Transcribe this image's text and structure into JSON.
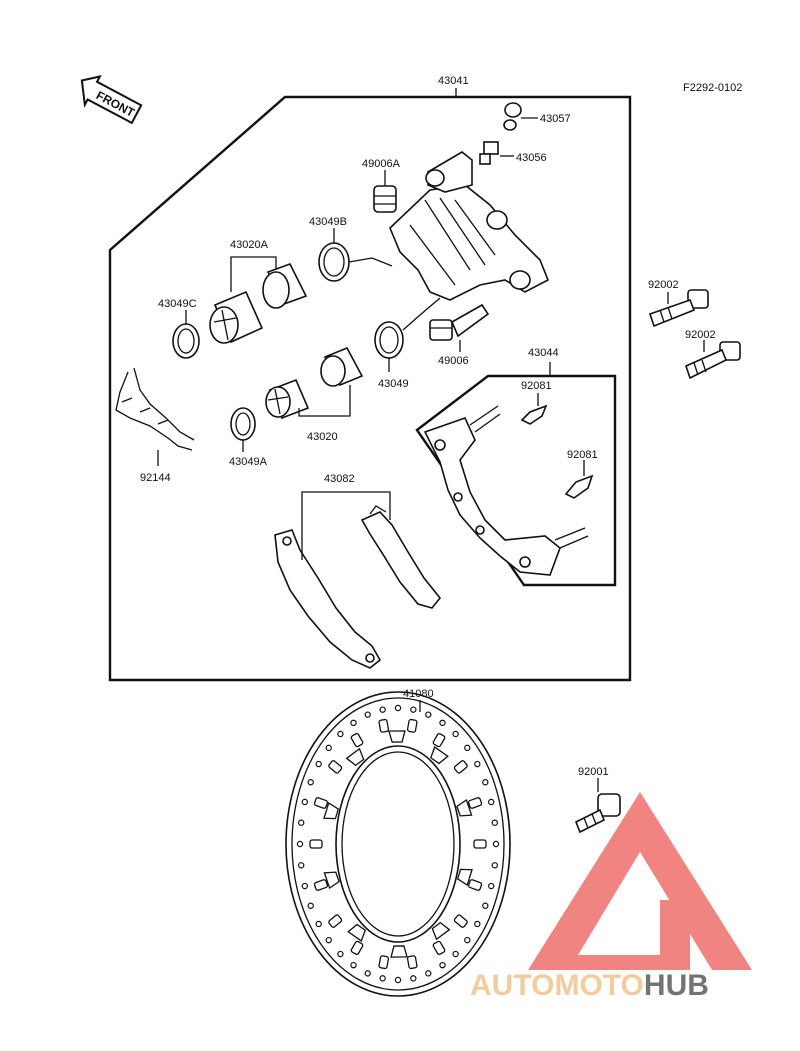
{
  "figure_code": "F2292-0102",
  "front_label": "FRONT",
  "part_numbers": {
    "p43041": "43041",
    "p43057": "43057",
    "p43056": "43056",
    "p49006a": "49006A",
    "p43049b": "43049B",
    "p43020a": "43020A",
    "p43049c": "43049C",
    "p49006": "49006",
    "p43049": "43049",
    "p43020": "43020",
    "p43044": "43044",
    "p92081a": "92081",
    "p92081b": "92081",
    "p92144": "92144",
    "p43049a": "43049A",
    "p43082": "43082",
    "p92002a": "92002",
    "p92002b": "92002",
    "p41080": "41080",
    "p92001": "92001"
  },
  "watermark": {
    "part1": "AUTOMOTO",
    "part2": "HUB",
    "color_light": "#f2c48c",
    "color_red": "#ee6f6a",
    "color_gray": "#5b5b5b"
  }
}
